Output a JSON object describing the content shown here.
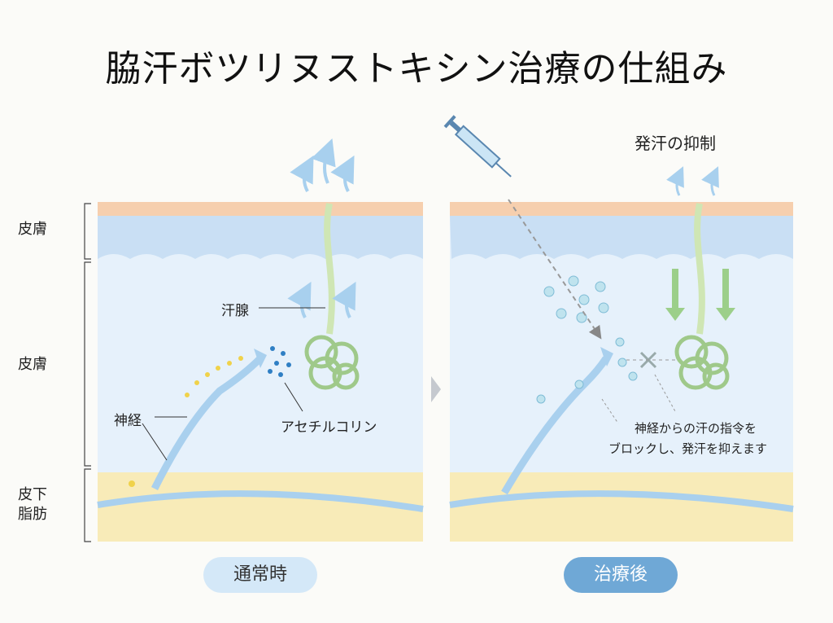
{
  "title": "脇汗ボツリヌストキシン治療の仕組み",
  "side_labels": [
    "皮膚",
    "皮膚",
    "皮下\n脂肪"
  ],
  "left_panel": {
    "sweat_gland_label": "汗腺",
    "nerve_label": "神経",
    "acetylcholine_label": "アセチルコリン",
    "caption": "通常時"
  },
  "right_panel": {
    "suppression_label": "発汗の抑制",
    "note_line1": "神経からの汗の指令を",
    "note_line2": "ブロックし、発汗を抑えます",
    "caption": "治療後"
  },
  "colors": {
    "skin": "#f6cfae",
    "epidermis": "#c9dff4",
    "dermis": "#e6f1fb",
    "fat": "#f8ebb8",
    "nerve": "#a9d0ee",
    "gland": "#cfe6b4",
    "arrow_green": "#9ccf8a",
    "pill_left": "#d4e8f8",
    "pill_right": "#6fa8d6"
  }
}
